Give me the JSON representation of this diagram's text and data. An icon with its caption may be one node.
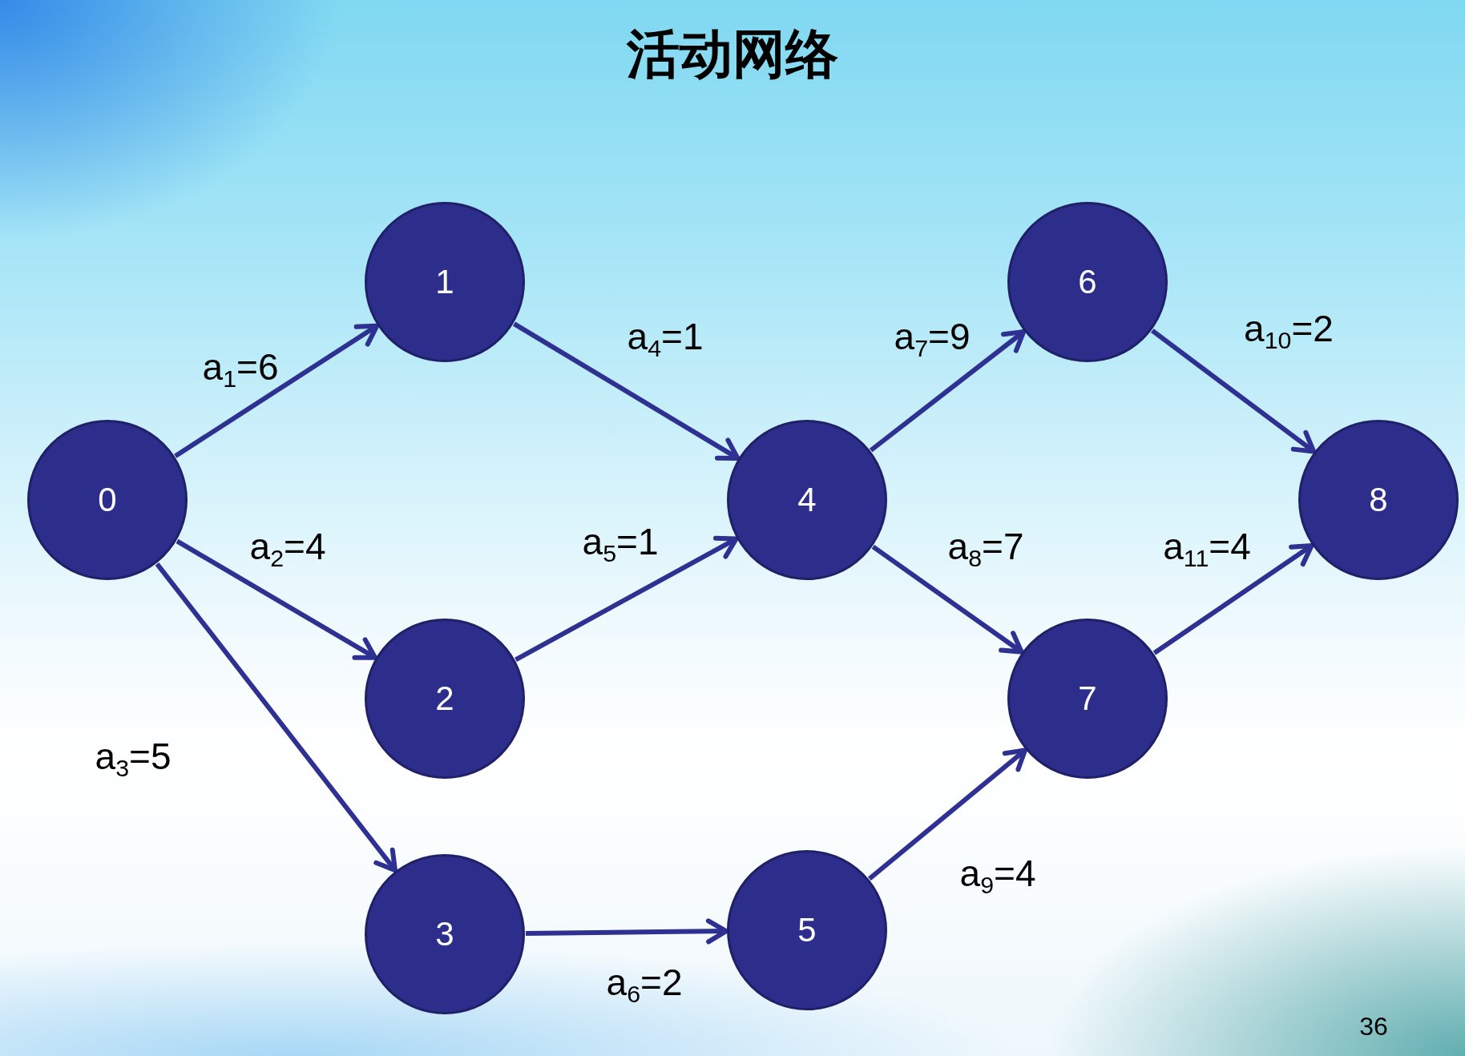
{
  "diagram": {
    "title": "活动网络",
    "nodes": [
      {
        "text": [
          "0"
        ]
      },
      {
        "text": [
          "1"
        ]
      },
      {
        "text": [
          "2"
        ]
      },
      {
        "text": [
          "3"
        ]
      },
      {
        "text": [
          "4"
        ]
      },
      {
        "text": [
          "5"
        ]
      },
      {
        "text": [
          "6"
        ]
      },
      {
        "text": [
          "7"
        ]
      },
      {
        "text": [
          "8"
        ]
      }
    ],
    "edges": [
      {
        "from": 0,
        "to": 1,
        "arrow": "to",
        "label": "a$_{1}$=6"
      },
      {
        "from": 0,
        "to": 2,
        "arrow": "to",
        "label": "a$_{2}$=4"
      },
      {
        "from": 0,
        "to": 3,
        "arrow": "to",
        "label": "a$_{3}$=5"
      },
      {
        "from": 1,
        "to": 4,
        "arrow": "to",
        "label": "a$_{4}$=1"
      },
      {
        "from": 2,
        "to": 4,
        "arrow": "to",
        "label": "a$_{5}$=1"
      },
      {
        "from": 3,
        "to": 5,
        "arrow": "to",
        "label": "a$_{6}$=2"
      },
      {
        "from": 4,
        "to": 6,
        "arrow": "to",
        "label": "a$_{7}$=9"
      },
      {
        "from": 4,
        "to": 7,
        "arrow": "to",
        "label": "a$_{8}$=7"
      },
      {
        "from": 5,
        "to": 7,
        "arrow": "to",
        "label": "a$_{9}$=4"
      },
      {
        "from": 6,
        "to": 8,
        "arrow": "to",
        "label": "a$_{10}$=2"
      },
      {
        "from": 7,
        "to": 8,
        "arrow": "to",
        "label": "a$_{11}$=4"
      }
    ],
    "labels": [
      "36"
    ]
  }
}
